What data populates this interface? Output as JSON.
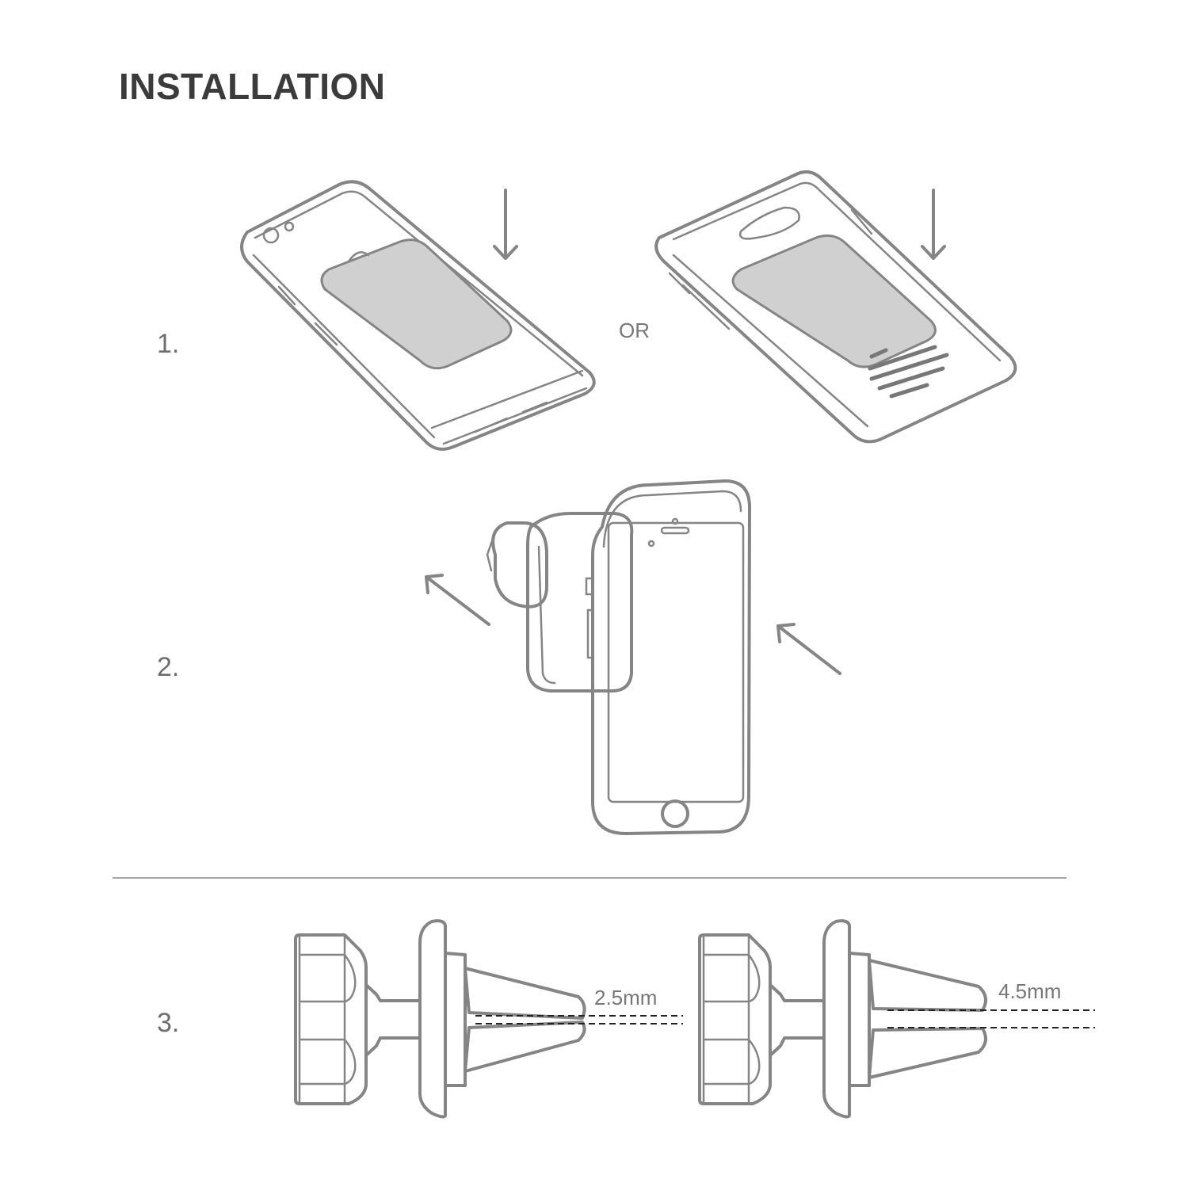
{
  "title": "INSTALLATION",
  "steps": [
    {
      "number": "1.",
      "separator_text": "OR"
    },
    {
      "number": "2."
    },
    {
      "number": "3.",
      "gaps": [
        "2.5mm",
        "4.5mm"
      ]
    }
  ],
  "colors": {
    "line": "#858585",
    "plate": "#d0d0d0",
    "title": "#3b3b3b"
  }
}
